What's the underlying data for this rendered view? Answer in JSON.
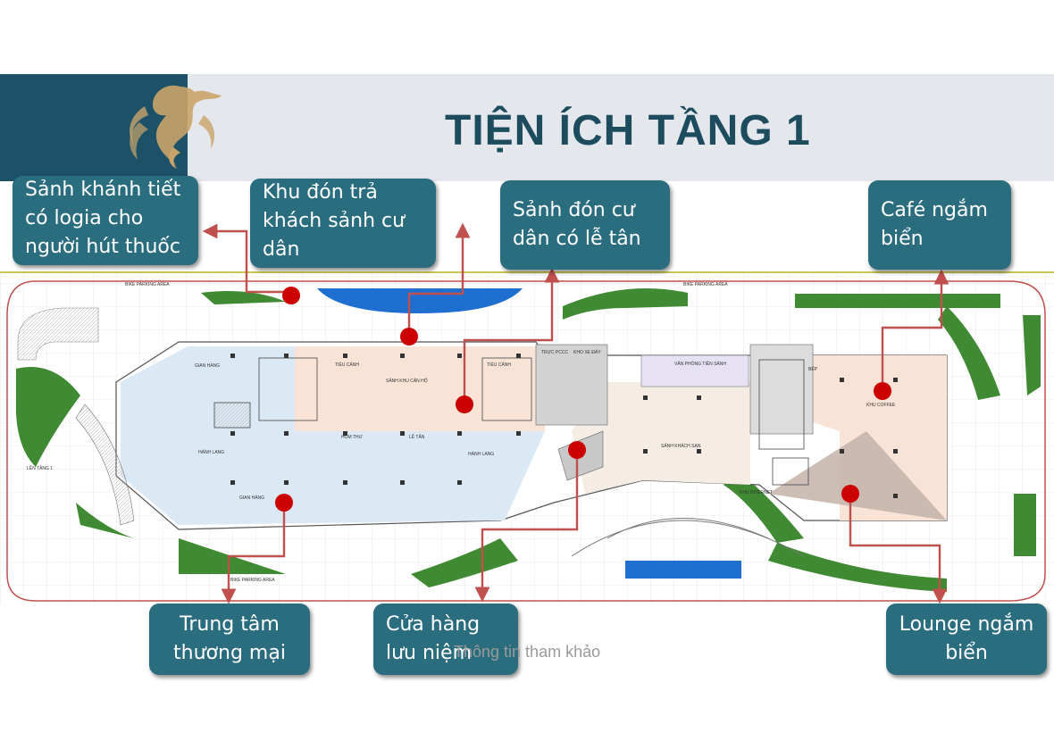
{
  "title": "TIỆN ÍCH TẦNG 1",
  "logo": {
    "icon": "seahorse-logo-icon"
  },
  "callouts": {
    "sanh_khanh_tiet": "Sảnh khánh tiết\ncó logia cho\nngười hút thuốc",
    "khu_don_tra": "Khu đón trả\nkhách sảnh cư\ndân",
    "sanh_don_cu_dan": "Sảnh đón cư\ndân có lễ tân",
    "cafe": "Café ngắm\nbiển",
    "trung_tam": "Trung tâm\nthương mại",
    "cua_hang": "Cửa hàng\nlưu niệm",
    "lounge": "Lounge ngắm\nbiển"
  },
  "watermark": "Thông tin tham khảo",
  "plan_labels": {
    "bike_top_left": "BIKE PARKING AREA",
    "bike_top_right": "BIKE PARKING AREA",
    "bike_bottom": "BIKE PARKING AREA",
    "gian_hang_top": "GIAN HÀNG",
    "gian_hang_bottom": "GIAN HÀNG",
    "hanh_lang_left": "HÀNH LANG",
    "hanh_lang_mid": "HÀNH LANG",
    "tieu_canh_1": "TIỂU CẢNH",
    "tieu_canh_2": "TIỂU CẢNH",
    "sanh_khu_can_ho": "SẢNH KHU CĂN HỘ",
    "hom_thu": "HÒM THƯ",
    "le_tan": "LỄ TÂN",
    "truc_pccc": "TRỰC PCCC",
    "kho_xe_day": "KHO XE ĐẨY",
    "van_phong_tien_sanh": "VĂN PHÒNG TIỀN SẢNH",
    "sanh_khach_san": "SẢNH KHÁCH SẠN",
    "khu_coffee": "KHU COFFEE",
    "len_tang_1": "LÊN TẦNG 1",
    "bep": "BẾP",
    "khu_internet": "KHU INTERNET"
  },
  "colors": {
    "callout_bg": "#2a6d7e",
    "arrow": "#c0504d",
    "marker": "#cc0000",
    "title": "#1e4c5f",
    "header_dark": "#1d5168",
    "gold": "#c9a46a"
  }
}
